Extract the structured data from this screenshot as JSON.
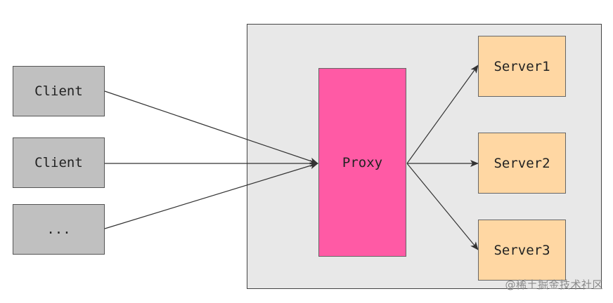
{
  "diagram": {
    "clients": [
      {
        "label": "Client"
      },
      {
        "label": "Client"
      },
      {
        "label": "..."
      }
    ],
    "proxy": {
      "label": "Proxy"
    },
    "servers": [
      {
        "label": "Server1"
      },
      {
        "label": "Server2"
      },
      {
        "label": "Server3"
      }
    ],
    "edges": [
      {
        "from": "client-1",
        "to": "proxy"
      },
      {
        "from": "client-2",
        "to": "proxy"
      },
      {
        "from": "client-3",
        "to": "proxy"
      },
      {
        "from": "proxy",
        "to": "server-1"
      },
      {
        "from": "proxy",
        "to": "server-2"
      },
      {
        "from": "proxy",
        "to": "server-3"
      }
    ],
    "colors": {
      "client_fill": "#c0c0c0",
      "proxy_fill": "#ff5aa5",
      "server_fill": "#ffd7a3",
      "group_fill": "#e8e8e8",
      "edge": "#333333"
    }
  },
  "watermark": "@稀土掘金技术社区"
}
